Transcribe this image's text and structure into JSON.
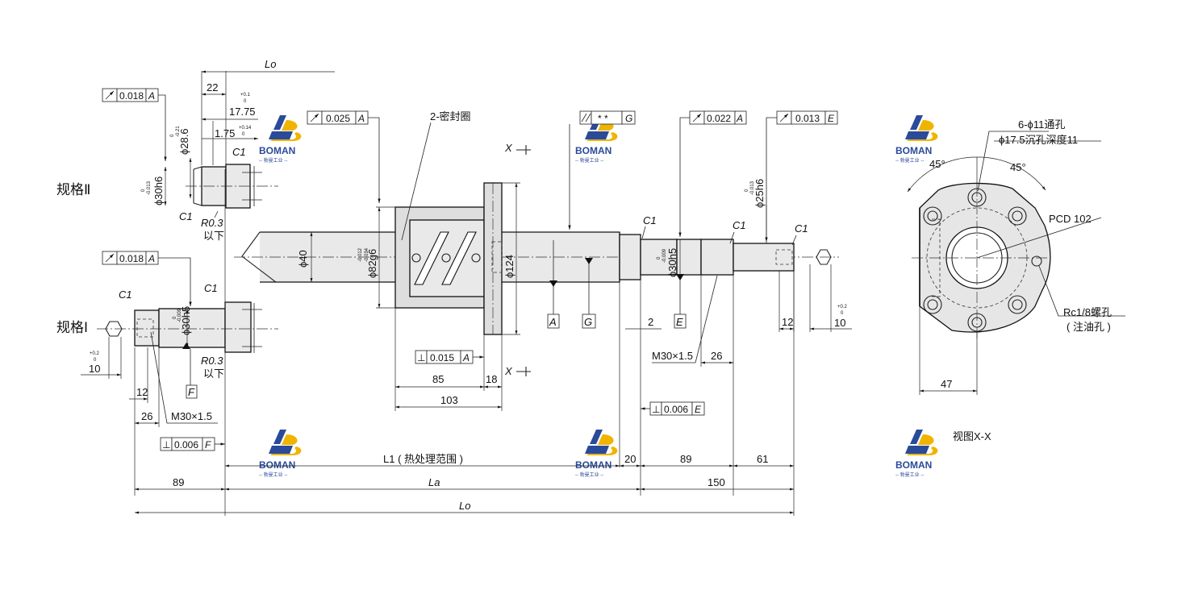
{
  "labels": {
    "spec2": "规格Ⅱ",
    "spec1": "规格Ⅰ",
    "seal": "2-密封圈",
    "section_mark": "X",
    "view": "视图X-X",
    "r03": "R0.3",
    "yixia": "以下",
    "c1": "C1",
    "pcd": "PCD 102",
    "holes": "6-ϕ11通孔",
    "counterbore": "ϕ17.5沉孔深度11",
    "oil_hole": "Rc1/8螺孔",
    "oil_hole_note": "( 注油孔 )",
    "thread_spec1": "M30×1.5",
    "thread_right": "M30×1.5",
    "lo_top": "Lo",
    "l1_range": "L1 ( 热处理范围 )",
    "la": "La",
    "lo_bottom": "Lo",
    "angle1": "45°",
    "angle2": "45°"
  },
  "datums": {
    "A1": "A",
    "A2": "A",
    "G": "G",
    "E": "E",
    "F": "F"
  },
  "fcf": {
    "top_left": {
      "value": "0.018",
      "datum": "A"
    },
    "mid_left": {
      "value": "0.018",
      "datum": "A"
    },
    "nut_runout": {
      "value": "0.025",
      "datum": "A"
    },
    "parallel": {
      "value": "* *",
      "datum": "G"
    },
    "shaft_runout": {
      "value": "0.022",
      "datum": "A"
    },
    "end_runout": {
      "value": "0.013",
      "datum": "E"
    },
    "nut_perp": {
      "value": "0.015",
      "datum": "A"
    },
    "right_perp": {
      "value": "0.006",
      "datum": "E"
    },
    "left_perp": {
      "value": "0.006",
      "datum": "F"
    }
  },
  "dims": {
    "d22": "22",
    "d1775": "17.75",
    "d1775_tol_up": "+0.1",
    "d1775_tol_lo": "0",
    "d175": "1.75",
    "d175_tol_up": "+0.14",
    "d175_tol_lo": "0",
    "phi286": "ϕ28.6",
    "phi286_tol_up": "0",
    "phi286_tol_lo": "-0.21",
    "phi30h6": "ϕ30h6",
    "phi30h6_tol_up": "0",
    "phi30h6_tol_lo": "-0.013",
    "phi40": "ϕ40",
    "phi82g6": "ϕ82g6",
    "phi82_tol_up": "-0.012",
    "phi82_tol_lo": "-0.034",
    "phi124": "ϕ124",
    "phi30h5_right": "ϕ30h5",
    "phi30h5_right_tol_up": "0",
    "phi30h5_right_tol_lo": "-0.009",
    "phi25h6": "ϕ25h6",
    "phi25h6_tol_up": "0",
    "phi25h6_tol_lo": "-0.013",
    "phi30h5_left": "ϕ30h5",
    "phi30h5_left_tol_up": "0",
    "phi30h5_left_tol_lo": "-0.009",
    "d10_left": "10",
    "d10_left_tol_up": "+0.2",
    "d10_left_tol_lo": "0",
    "d12_left": "12",
    "d26_left": "26",
    "d85": "85",
    "d18": "18",
    "d103": "103",
    "d2": "2",
    "d12_right": "12",
    "d10_right": "10",
    "d10_right_tol_up": "+0.2",
    "d10_right_tol_lo": "0",
    "d26_right": "26",
    "d20": "20",
    "d89_right": "89",
    "d61": "61",
    "d89_left": "89",
    "d150": "150",
    "d47": "47"
  },
  "watermark": {
    "brand": "BOMAN",
    "sub": "-- 勃曼工业 --"
  }
}
